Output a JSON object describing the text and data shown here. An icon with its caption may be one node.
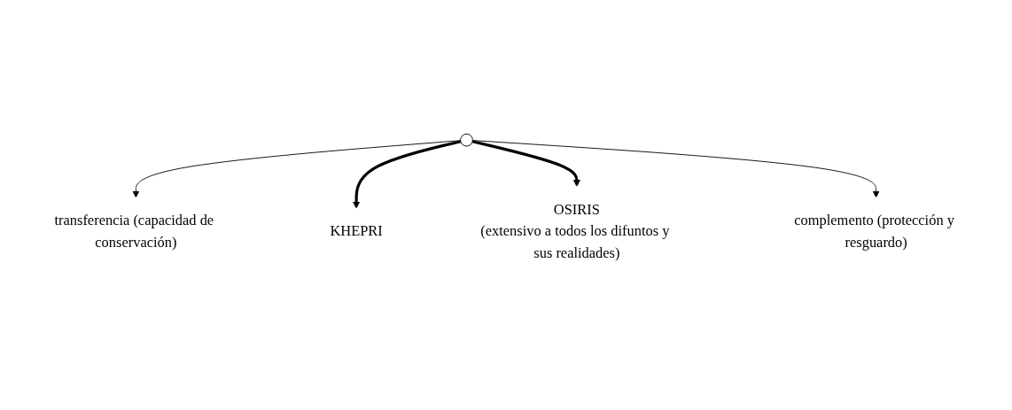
{
  "diagram": {
    "nodes": [
      {
        "text": [
          "transferencia (capacidad de conservación)"
        ]
      },
      {
        "text": [
          "KHEPRI"
        ]
      },
      {
        "text": [],
        "shape": "ellipse"
      },
      {
        "text": [
          "OSIRIS",
          "(extensivo a todos los difuntos y sus realidades)"
        ]
      },
      {
        "text": [
          "complemento (protección y resguardo)"
        ]
      }
    ],
    "edges": [
      {
        "from": 2,
        "to": 0,
        "arrow": "to"
      },
      {
        "from": 2,
        "to": 1,
        "arrow": "to",
        "style": "thick"
      },
      {
        "from": 2,
        "to": 3,
        "arrow": "to",
        "style": "thick"
      },
      {
        "from": 2,
        "to": 4,
        "arrow": "to"
      }
    ]
  }
}
